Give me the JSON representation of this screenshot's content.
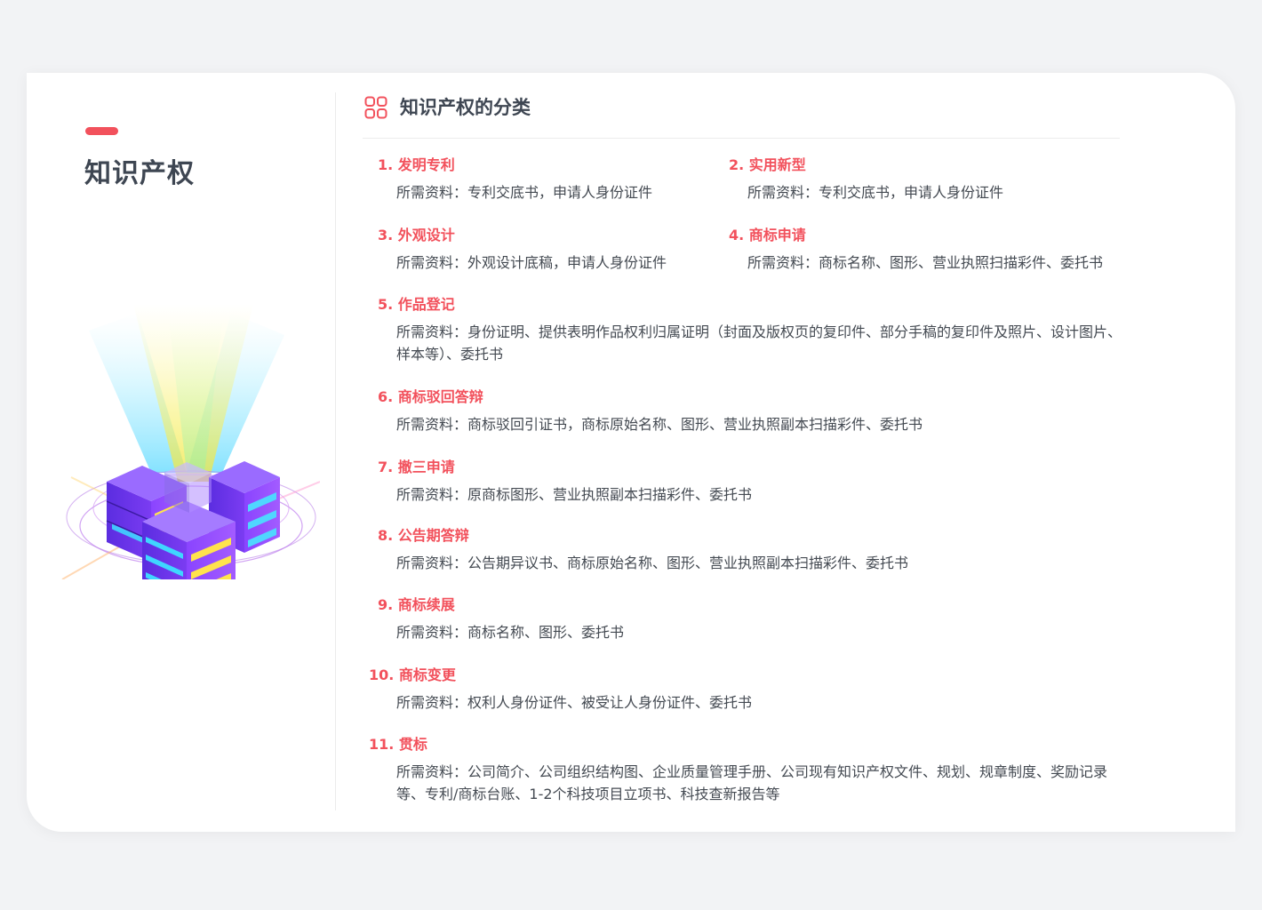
{
  "sidebar": {
    "title": "知识产权"
  },
  "section": {
    "title": "知识产权的分类"
  },
  "colors": {
    "accent": "#f2515c",
    "heading": "#3e4652",
    "text": "#444a52",
    "background": "#f2f3f5"
  },
  "items": [
    {
      "num": "1.",
      "title": "发明专利",
      "desc": "所需资料：专利交底书，申请人身份证件"
    },
    {
      "num": "2.",
      "title": "实用新型",
      "desc": "所需资料：专利交底书，申请人身份证件"
    },
    {
      "num": "3.",
      "title": "外观设计",
      "desc": "所需资料：外观设计底稿，申请人身份证件"
    },
    {
      "num": "4.",
      "title": "商标申请",
      "desc": "所需资料：商标名称、图形、营业执照扫描彩件、委托书"
    },
    {
      "num": "5.",
      "title": "作品登记",
      "desc": "所需资料：身份证明、提供表明作品权利归属证明（封面及版权页的复印件、部分手稿的复印件及照片、设计图片、样本等）、委托书"
    },
    {
      "num": "6.",
      "title": "商标驳回答辩",
      "desc": "所需资料：商标驳回引证书，商标原始名称、图形、营业执照副本扫描彩件、委托书"
    },
    {
      "num": "7.",
      "title": "撤三申请",
      "desc": "所需资料：原商标图形、营业执照副本扫描彩件、委托书"
    },
    {
      "num": "8.",
      "title": "公告期答辩",
      "desc": "所需资料：公告期异议书、商标原始名称、图形、营业执照副本扫描彩件、委托书"
    },
    {
      "num": "9.",
      "title": "商标续展",
      "desc": "所需资料：商标名称、图形、委托书"
    },
    {
      "num": "10.",
      "title": "商标变更",
      "desc": "所需资料：权利人身份证件、被受让人身份证件、委托书"
    },
    {
      "num": "11.",
      "title": "贯标",
      "desc": "所需资料：公司简介、公司组织结构图、企业质量管理手册、公司现有知识产权文件、规划、规章制度、奖励记录等、专利/商标台账、1-2个科技项目立项书、科技查新报告等"
    }
  ]
}
